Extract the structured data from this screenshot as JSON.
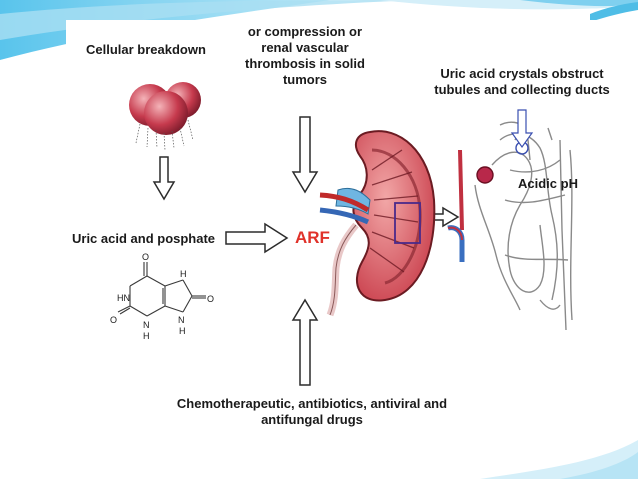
{
  "labels": {
    "cellular_breakdown": "Cellular breakdown",
    "compression": "or compression or renal vascular thrombosis in solid tumors",
    "uric_crystals": "Uric acid crystals obstruct tubules and collecting ducts",
    "acidic_ph": "Acidic pH",
    "uric_phosphate": "Uric acid and posphate",
    "arf": "ARF",
    "drugs": "Chemotherapeutic, antibiotics, antiviral and antifungal drugs"
  },
  "molecule": {
    "atoms": [
      "O",
      "H",
      "N",
      "HN",
      "N",
      "O",
      "O",
      "N",
      "N",
      "H",
      "H"
    ]
  },
  "colors": {
    "arf": "#e0322a",
    "kidney": "#d8525a",
    "slide_accent": "#3fb8e6"
  }
}
